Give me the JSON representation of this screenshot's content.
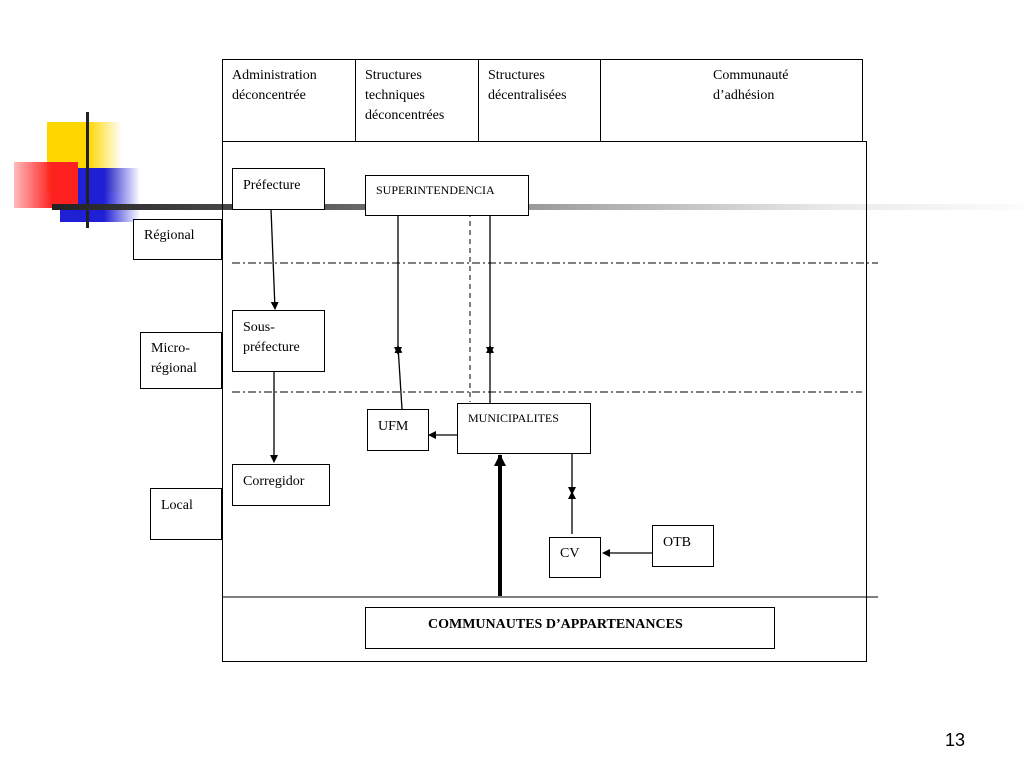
{
  "columns": [
    {
      "label": "Administration déconcentrée"
    },
    {
      "label": "Structures techniques déconcentrées"
    },
    {
      "label": "Structures décentralisées"
    },
    {
      "label": "Communauté d’adhésion"
    }
  ],
  "levels": {
    "regional": "Régional",
    "micro_regional": "Micro-régional",
    "local": "Local"
  },
  "nodes": {
    "prefecture": "Préfecture",
    "superintendencia": "SUPERINTENDENCIA",
    "sous_prefecture": "Sous-préfecture",
    "ufm": "UFM",
    "municipalites": "MUNICIPALITES",
    "corregidor": "Corregidor",
    "cv": "CV",
    "otb": "OTB",
    "communautes": "COMMUNAUTES D’APPARTENANCES"
  },
  "page_number": "13",
  "colors": {
    "deco_yellow": "#ffd700",
    "deco_red": "#ff2020",
    "deco_blue": "#1f1fd6",
    "deco_line": "#333333"
  }
}
